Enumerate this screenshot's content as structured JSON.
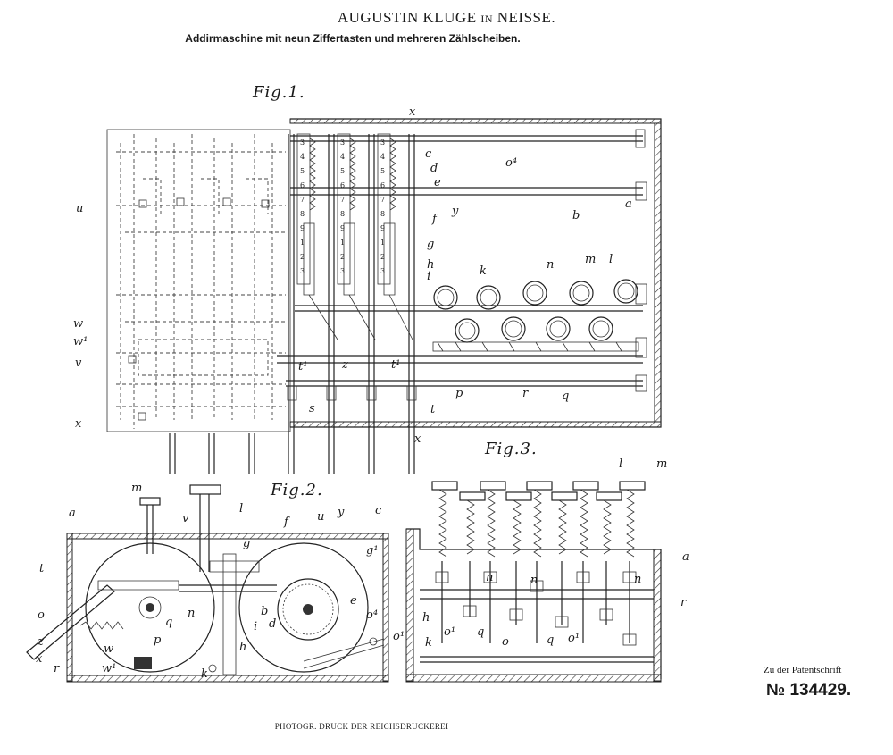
{
  "header": {
    "title_main": "AUGUSTIN KLUGE",
    "title_in": "IN",
    "title_place": "NEISSE.",
    "subtitle": "Addirmaschine mit neun Ziffertasten und mehreren Zählscheiben."
  },
  "figures": {
    "fig1": "Fig.1.",
    "fig2": "Fig.2.",
    "fig3": "Fig.3."
  },
  "labels_fig1": {
    "x_top": "x",
    "x_bottom": "x",
    "o4": "o⁴",
    "c": "c",
    "d": "d",
    "e": "e",
    "b": "b",
    "a": "a",
    "f": "f",
    "y": "y",
    "g": "g",
    "h": "h",
    "i": "i",
    "k": "k",
    "n": "n",
    "m": "m",
    "l": "l",
    "u": "u",
    "w": "w",
    "w1": "w¹",
    "v": "v",
    "x_left": "x",
    "t1": "t¹",
    "z": "z",
    "p": "p",
    "q": "q",
    "r": "r",
    "s": "s",
    "t": "t"
  },
  "labels_fig2": {
    "m": "m",
    "l": "l",
    "a": "a",
    "v": "v",
    "u": "u",
    "y": "y",
    "c": "c",
    "g": "g",
    "g1": "g¹",
    "t": "t",
    "o": "o",
    "z": "z",
    "x": "x",
    "r": "r",
    "w": "w",
    "w1": "w¹",
    "n": "n",
    "k": "k",
    "h": "h",
    "i": "i",
    "e": "e",
    "o4": "o⁴",
    "o1": "o¹",
    "p": "p",
    "q": "q",
    "d": "d",
    "b": "b",
    "f": "f"
  },
  "labels_fig3": {
    "l": "l",
    "m": "m",
    "a": "a",
    "n": "n",
    "r": "r",
    "q": "q",
    "o": "o",
    "o1": "o¹",
    "k": "k",
    "h": "h"
  },
  "key_digits": [
    "3",
    "4",
    "5",
    "6",
    "7",
    "8",
    "9",
    "1",
    "2",
    "3"
  ],
  "patent": {
    "caption": "Zu der Patentschrift",
    "number": "№ 134429."
  },
  "footer": "PHOTOGR. DRUCK DER REICHSDRUCKEREI"
}
